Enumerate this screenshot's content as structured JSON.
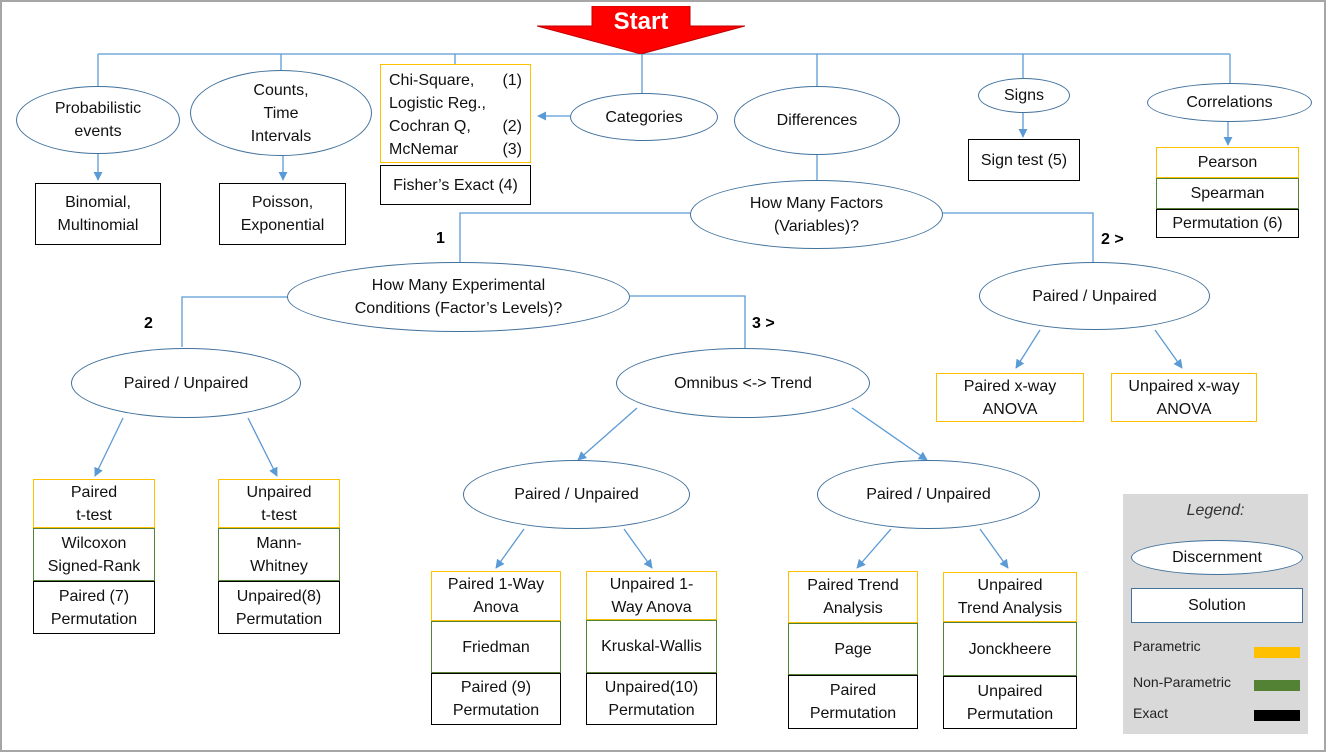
{
  "start": "Start",
  "ellipses": {
    "probabilistic": "Probabilistic\nevents",
    "counts": "Counts,\nTime\nIntervals",
    "categories": "Categories",
    "differences": "Differences",
    "signs": "Signs",
    "correlations": "Correlations",
    "factors": "How Many Factors\n(Variables)?",
    "conditions": "How Many Experimental\nConditions (Factor’s Levels)?",
    "paired_factors": "Paired / Unpaired",
    "paired_two": "Paired / Unpaired",
    "omnibus": "Omnibus <-> Trend",
    "paired_omnibus": "Paired / Unpaired",
    "paired_trend": "Paired / Unpaired"
  },
  "branch_numbers": {
    "one": "1",
    "two_plus": "2 >",
    "two": "2",
    "three_plus": "3 >"
  },
  "categories_tests": [
    {
      "name": "Chi-Square,",
      "ref": "(1)"
    },
    {
      "name": "Logistic Reg.,",
      "ref": ""
    },
    {
      "name": "Cochran Q,",
      "ref": "(2)"
    },
    {
      "name": "McNemar",
      "ref": "(3)"
    }
  ],
  "boxes": {
    "binomial": "Binomial,\nMultinomial",
    "poisson": "Poisson,\nExponential",
    "fisher": "Fisher’s Exact (4)",
    "sign_test": "Sign test (5)",
    "pearson": "Pearson",
    "spearman": "Spearman",
    "perm6": "Permutation  (6)",
    "paired_xway": "Paired x-way\nANOVA",
    "unpaired_xway": "Unpaired x-way\nANOVA",
    "paired_ttest": "Paired\nt-test",
    "wilcoxon": "Wilcoxon\nSigned-Rank",
    "perm7": "Paired   (7)\nPermutation",
    "unpaired_ttest": "Unpaired\nt-test",
    "mann": "Mann-\nWhitney",
    "perm8": "Unpaired(8)\nPermutation",
    "paired_anova": "Paired 1-Way\nAnova",
    "friedman": "Friedman",
    "perm9": "Paired   (9)\nPermutation",
    "unpaired_anova": "Unpaired 1-\nWay Anova",
    "kruskal": "Kruskal-Wallis",
    "perm10": "Unpaired(10)\nPermutation",
    "paired_trend": "Paired Trend\nAnalysis",
    "page": "Page",
    "paired_perm": "Paired\nPermutation",
    "unpaired_trend": "Unpaired\nTrend Analysis",
    "jonckheere": "Jonckheere",
    "unpaired_perm": "Unpaired\nPermutation"
  },
  "legend": {
    "title": "Legend:",
    "discernment": "Discernment",
    "solution": "Solution",
    "parametric": "Parametric",
    "nonparametric": "Non-Parametric",
    "exact": "Exact"
  },
  "colors": {
    "parametric": "#ffc000",
    "nonparametric": "#548235",
    "exact": "#000000",
    "discernment_border": "#41719c",
    "start_arrow": "#ff0000"
  }
}
